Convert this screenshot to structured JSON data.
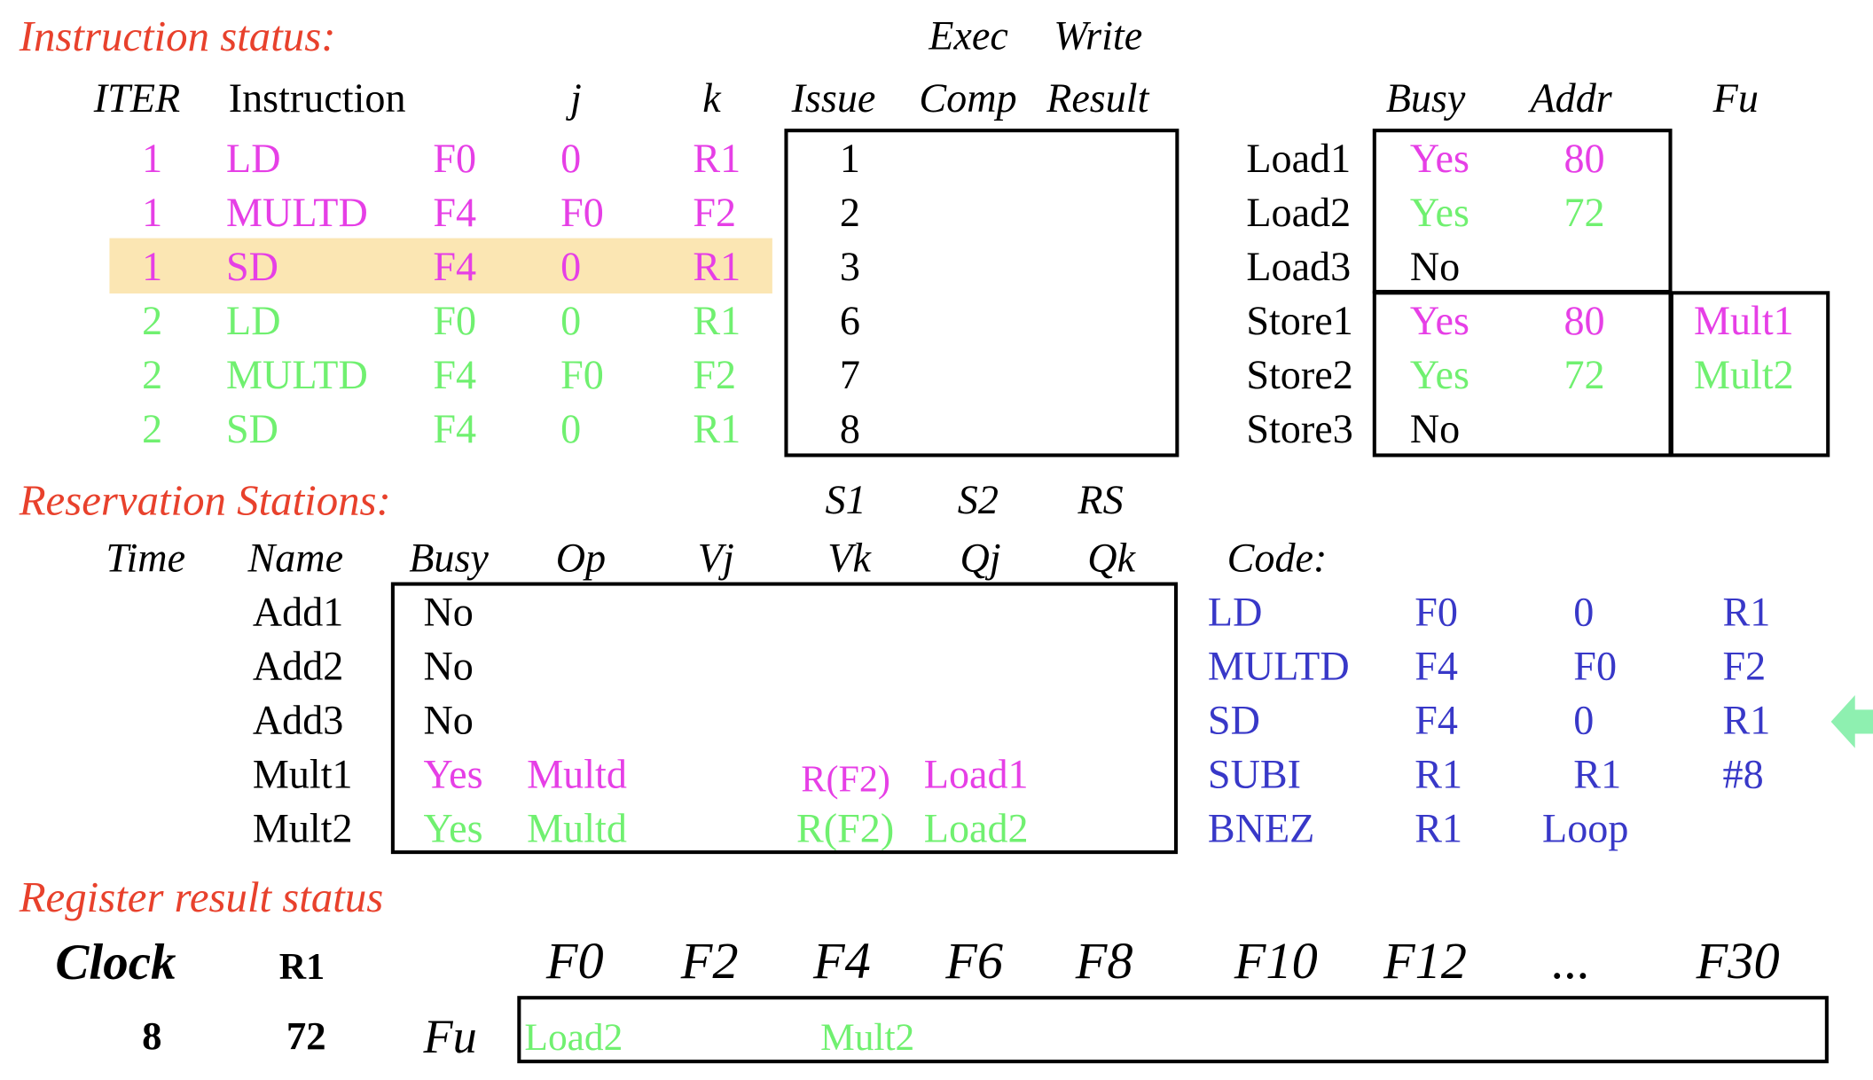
{
  "colors": {
    "magenta": "#e63fe6",
    "green": "#70f070",
    "blue": "#3838c8",
    "red": "#e8412c",
    "highlight": "#fbe6b3",
    "arrow": "#8ef0b0"
  },
  "instruction_status": {
    "title": "Instruction status:",
    "exec_label": "Exec",
    "write_label": "Write",
    "headers": {
      "iter": "ITER",
      "instruction": "Instruction",
      "j": "j",
      "k": "k",
      "issue": "Issue",
      "comp": "Comp",
      "result": "Result"
    },
    "rows": [
      {
        "iter": "1",
        "op": "LD",
        "dst": "F0",
        "j": "0",
        "k": "R1",
        "issue": "1",
        "color": "#e63fe6"
      },
      {
        "iter": "1",
        "op": "MULTD",
        "dst": "F4",
        "j": "F0",
        "k": "F2",
        "issue": "2",
        "color": "#e63fe6"
      },
      {
        "iter": "1",
        "op": "SD",
        "dst": "F4",
        "j": "0",
        "k": "R1",
        "issue": "3",
        "color": "#e63fe6"
      },
      {
        "iter": "2",
        "op": "LD",
        "dst": "F0",
        "j": "0",
        "k": "R1",
        "issue": "6",
        "color": "#70f070"
      },
      {
        "iter": "2",
        "op": "MULTD",
        "dst": "F4",
        "j": "F0",
        "k": "F2",
        "issue": "7",
        "color": "#70f070"
      },
      {
        "iter": "2",
        "op": "SD",
        "dst": "F4",
        "j": "0",
        "k": "R1",
        "issue": "8",
        "color": "#70f070"
      }
    ]
  },
  "load_store": {
    "headers": {
      "busy": "Busy",
      "addr": "Addr",
      "fu": "Fu"
    },
    "rows": [
      {
        "name": "Load1",
        "busy": "Yes",
        "addr": "80",
        "fu": "",
        "color": "#e63fe6"
      },
      {
        "name": "Load2",
        "busy": "Yes",
        "addr": "72",
        "fu": "",
        "color": "#70f070"
      },
      {
        "name": "Load3",
        "busy": "No",
        "addr": "",
        "fu": "",
        "color": "#000000"
      },
      {
        "name": "Store1",
        "busy": "Yes",
        "addr": "80",
        "fu": "Mult1",
        "color": "#e63fe6"
      },
      {
        "name": "Store2",
        "busy": "Yes",
        "addr": "72",
        "fu": "Mult2",
        "color": "#70f070"
      },
      {
        "name": "Store3",
        "busy": "No",
        "addr": "",
        "fu": "",
        "color": "#000000"
      }
    ]
  },
  "reservation_stations": {
    "title": "Reservation Stations:",
    "top_headers": {
      "s1": "S1",
      "s2": "S2",
      "rs": "RS"
    },
    "headers": {
      "time": "Time",
      "name": "Name",
      "busy": "Busy",
      "op": "Op",
      "vj": "Vj",
      "vk": "Vk",
      "qj": "Qj",
      "qk": "Qk"
    },
    "rows": [
      {
        "name": "Add1",
        "busy": "No",
        "op": "",
        "vk": "",
        "qj": "",
        "color": "#000000"
      },
      {
        "name": "Add2",
        "busy": "No",
        "op": "",
        "vk": "",
        "qj": "",
        "color": "#000000"
      },
      {
        "name": "Add3",
        "busy": "No",
        "op": "",
        "vk": "",
        "qj": "",
        "color": "#000000"
      },
      {
        "name": "Mult1",
        "busy": "Yes",
        "op": "Multd",
        "vk": "R(F2)",
        "qj": "Load1",
        "color": "#e63fe6"
      },
      {
        "name": "Mult2",
        "busy": "Yes",
        "op": "Multd",
        "vk": "R(F2)",
        "qj": "Load2",
        "color": "#70f070"
      }
    ]
  },
  "code": {
    "label": "Code:",
    "rows": [
      [
        "LD",
        "F0",
        "0",
        "R1"
      ],
      [
        "MULTD",
        "F4",
        "F0",
        "F2"
      ],
      [
        "SD",
        "F4",
        "0",
        "R1"
      ],
      [
        "SUBI",
        "R1",
        "R1",
        "#8"
      ],
      [
        "BNEZ",
        "R1",
        "Loop",
        ""
      ]
    ],
    "current_row": 2
  },
  "register_status": {
    "title": "Register result status",
    "clock_label": "Clock",
    "r1_label": "R1",
    "clock_value": "8",
    "r1_value": "72",
    "fu_label": "Fu",
    "registers": [
      "F0",
      "F2",
      "F4",
      "F6",
      "F8",
      "F10",
      "F12",
      "...",
      "F30"
    ],
    "fu_values": [
      "Load2",
      "",
      "Mult2",
      "",
      "",
      "",
      "",
      "",
      ""
    ],
    "fu_color": "#70f070"
  }
}
